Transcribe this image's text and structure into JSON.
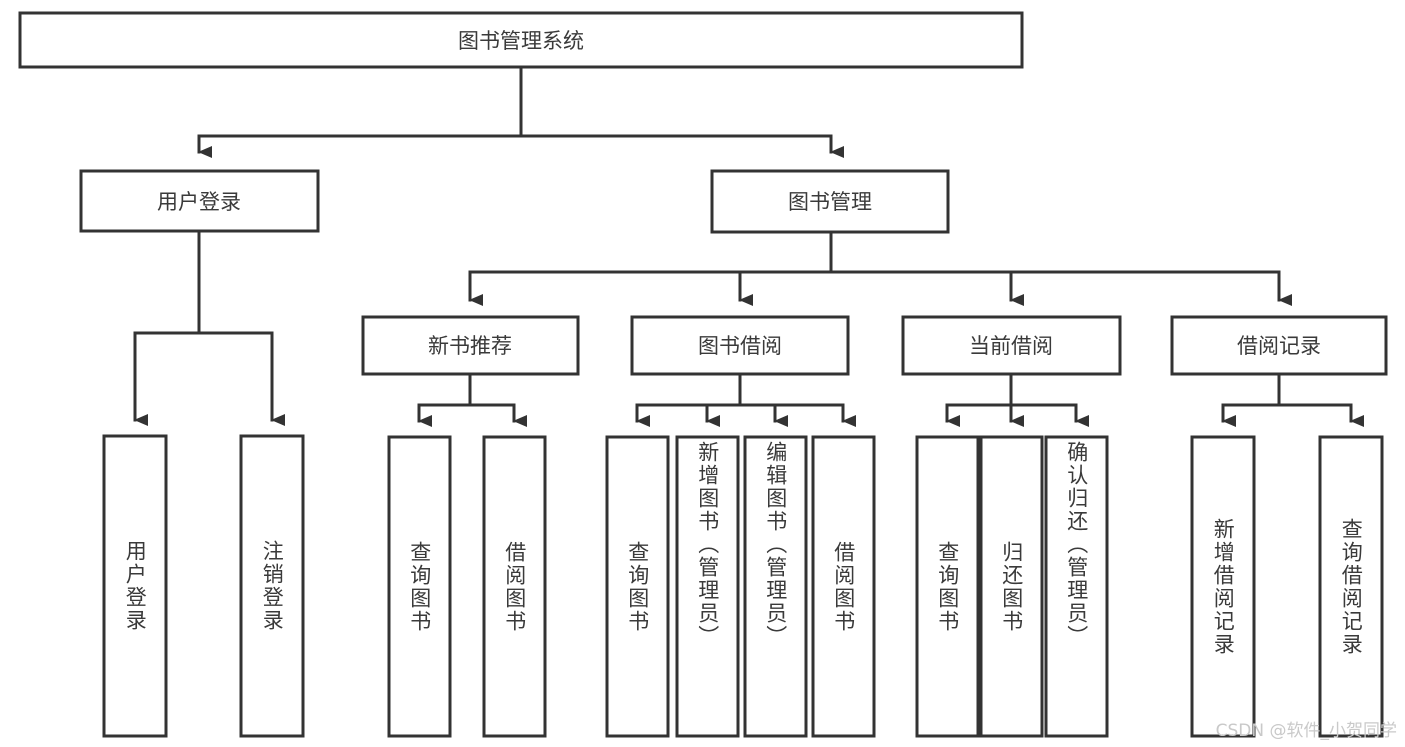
{
  "diagram": {
    "type": "tree",
    "title": "图书管理系统",
    "root": {
      "label": "图书管理系统"
    },
    "level1": [
      {
        "label": "用户登录"
      },
      {
        "label": "图书管理"
      }
    ],
    "level2": [
      {
        "label": "新书推荐",
        "parent": "图书管理"
      },
      {
        "label": "图书借阅",
        "parent": "图书管理"
      },
      {
        "label": "当前借阅",
        "parent": "图书管理"
      },
      {
        "label": "借阅记录",
        "parent": "图书管理"
      }
    ],
    "leaves": {
      "user_login": [
        {
          "label": "用户登录"
        },
        {
          "label": "注销登录"
        }
      ],
      "new_book_recommend": [
        {
          "label": "查询图书"
        },
        {
          "label": "借阅图书"
        }
      ],
      "book_borrow": [
        {
          "label": "查询图书"
        },
        {
          "label": "新增图书（管理员）"
        },
        {
          "label": "编辑图书（管理员）"
        },
        {
          "label": "借阅图书"
        }
      ],
      "current_borrow": [
        {
          "label": "查询图书"
        },
        {
          "label": "归还图书"
        },
        {
          "label": "确认归还（管理员）"
        }
      ],
      "borrow_record": [
        {
          "label": "新增借阅记录"
        },
        {
          "label": "查询借阅记录"
        }
      ]
    },
    "watermark": "CSDN @软件_小贺同学",
    "colors": {
      "stroke": "#333333",
      "fill": "#ffffff",
      "text": "#3a3a3a",
      "watermark": "#c9c9c9"
    }
  }
}
